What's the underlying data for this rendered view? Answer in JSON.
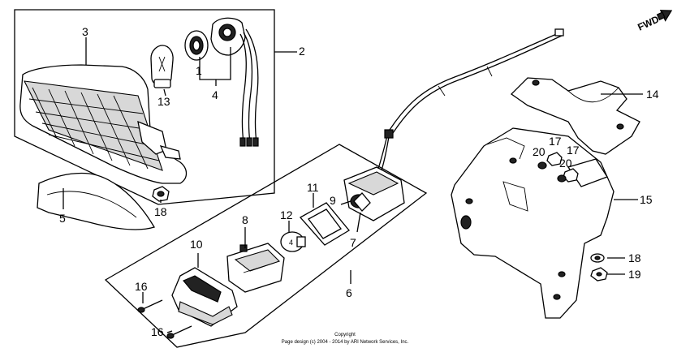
{
  "direction_label": "FWD",
  "callouts": [
    {
      "id": "c1",
      "text": "1"
    },
    {
      "id": "c2",
      "text": "2"
    },
    {
      "id": "c3",
      "text": "3"
    },
    {
      "id": "c4",
      "text": "4"
    },
    {
      "id": "c5",
      "text": "5"
    },
    {
      "id": "c6",
      "text": "6"
    },
    {
      "id": "c7",
      "text": "7"
    },
    {
      "id": "c8",
      "text": "8"
    },
    {
      "id": "c9",
      "text": "9"
    },
    {
      "id": "c10",
      "text": "10"
    },
    {
      "id": "c11",
      "text": "11"
    },
    {
      "id": "c12",
      "text": "12"
    },
    {
      "id": "c13",
      "text": "13"
    },
    {
      "id": "c14",
      "text": "14"
    },
    {
      "id": "c15",
      "text": "15"
    },
    {
      "id": "c16a",
      "text": "16"
    },
    {
      "id": "c16b",
      "text": "16"
    },
    {
      "id": "c17a",
      "text": "17"
    },
    {
      "id": "c17b",
      "text": "17"
    },
    {
      "id": "c18a",
      "text": "18"
    },
    {
      "id": "c18b",
      "text": "18"
    },
    {
      "id": "c19",
      "text": "19"
    },
    {
      "id": "c20a",
      "text": "20"
    },
    {
      "id": "c20b",
      "text": "20"
    }
  ],
  "copyright": {
    "line1": "Copyright",
    "line2": "Page design (c) 2004 - 2014 by ARI Network Services, Inc."
  }
}
